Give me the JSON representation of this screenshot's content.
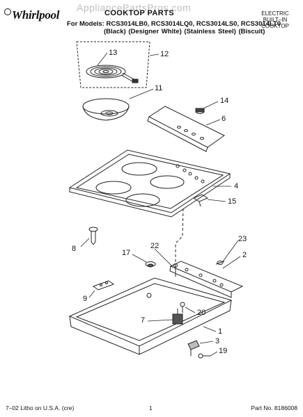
{
  "header": {
    "brand": "Whirlpool",
    "watermark": "AppliancePartsPros.com",
    "title": "COOKTOP PARTS",
    "models": "For Models: RCS3014LB0, RCS3014LQ0, RCS3014LS0, RCS3014LT0",
    "variants": "(Black)   (Designer White) (Stainless Steel) (Biscuit)",
    "product_line1": "ELECTRIC",
    "product_line2": "BUILT–IN",
    "product_line3": "COOKTOP"
  },
  "callouts": [
    "13",
    "12",
    "11",
    "14",
    "6",
    "4",
    "15",
    "8",
    "17",
    "22",
    "23",
    "2",
    "9",
    "7",
    "20",
    "1",
    "3",
    "19"
  ],
  "footer": {
    "print_info": "7–02 Litho on U.S.A. (cre)",
    "page_number": "1",
    "part_number": "Part No. 8186008"
  }
}
